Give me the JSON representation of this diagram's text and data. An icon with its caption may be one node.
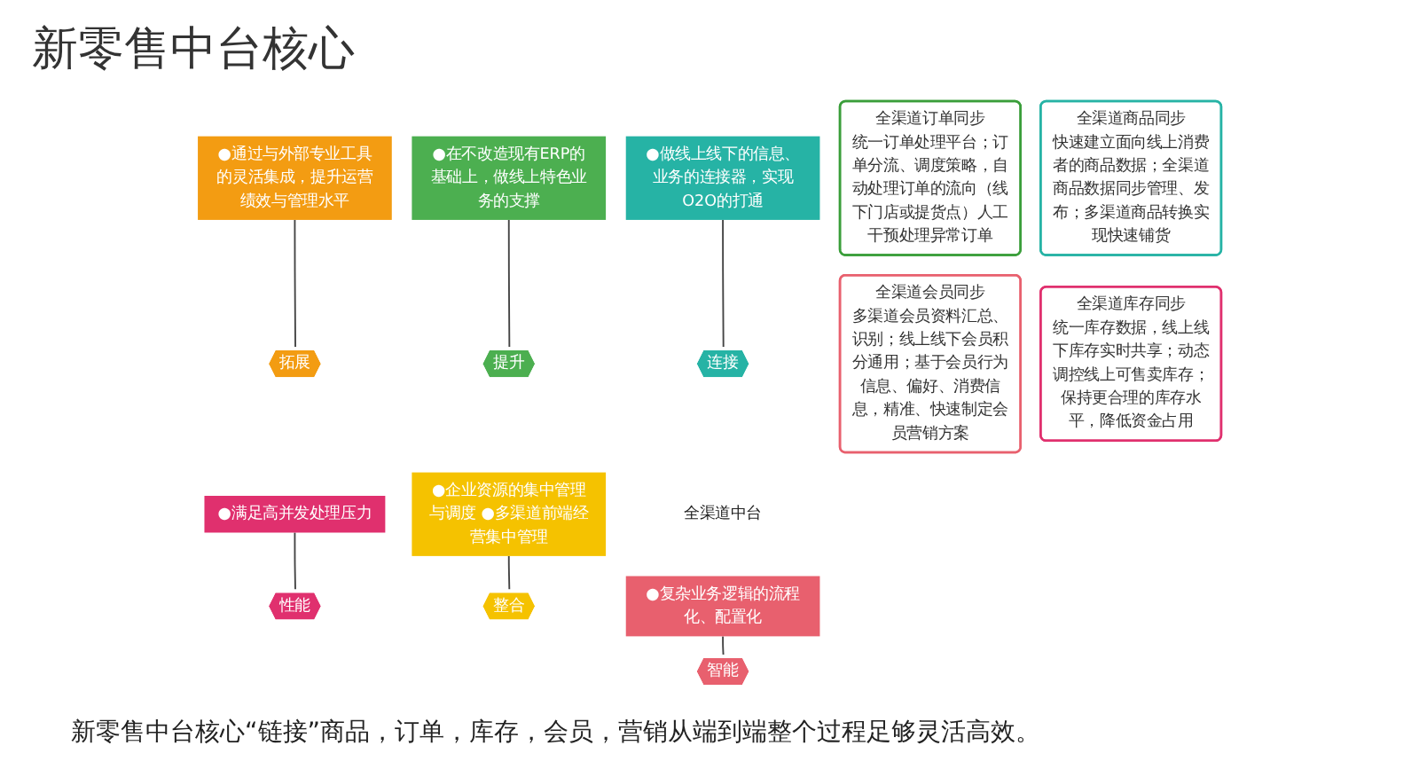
{
  "diagram": {
    "title": "新零售中台核心",
    "caption": "新零售中台核心“链接”商品，订单，库存，会员，营销从端到端整个过程足够灵活高效。",
    "nodes": [
      {
        "text": [
          "●通过与外部专业工具的灵活集成，提升运营绩效与管理水平"
        ]
      },
      {
        "text": [
          "●做线上线下的信息、业务的连接器，实现O2O的打通"
        ]
      },
      {
        "text": [
          "连接"
        ]
      },
      {
        "text": [
          "●在不改造现有ERP的基础上，做线上特色业务的支撑"
        ]
      },
      {
        "text": [
          "拓展"
        ]
      },
      {
        "text": [
          "提升"
        ]
      },
      {
        "text": [
          "全渠道中台"
        ]
      },
      {
        "text": [
          "性能"
        ]
      },
      {
        "text": [
          "整合"
        ]
      },
      {
        "text": [
          "●满足高并发处理压力"
        ]
      },
      {
        "text": [
          "智能"
        ]
      },
      {
        "text": [
          "●企业资源的集中管理与调度 ●多渠道前端经营集中管理"
        ]
      },
      {
        "text": [
          "●复杂业务逻辑的流程化、配置化"
        ]
      },
      {
        "text": [
          "全渠道订单同步",
          "统一订单处理平台；订单分流、调度策略，自动处理订单的流向（线下门店或提货点）人工干预处理异常订单"
        ]
      },
      {
        "text": [
          "全渠道商品同步",
          "快速建立面向线上消费者的商品数据；全渠道商品数据同步管理、发布；多渠道商品转换实现快速铺货"
        ]
      },
      {
        "text": [
          "全渠道会员同步",
          "多渠道会员资料汇总、识别；线上线下会员积分通用；基于会员行为信息、偏好、消费信息，精准、快速制定会员营销方案"
        ]
      },
      {
        "text": [
          "全渠道库存同步",
          "统一库存数据，线上线下库存实时共享；动态调控线上可售卖库存；保持更合理的库存水平，降低资金占用"
        ]
      }
    ],
    "edges": [
      {
        "from": 0,
        "to": 4,
        "arrow": "none"
      },
      {
        "from": 1,
        "to": 2,
        "arrow": "none"
      },
      {
        "from": 3,
        "to": 5,
        "arrow": "none"
      },
      {
        "from": 9,
        "to": 7,
        "arrow": "none"
      },
      {
        "from": 11,
        "to": 8,
        "arrow": "none"
      },
      {
        "from": 12,
        "to": 10,
        "arrow": "none"
      }
    ]
  }
}
